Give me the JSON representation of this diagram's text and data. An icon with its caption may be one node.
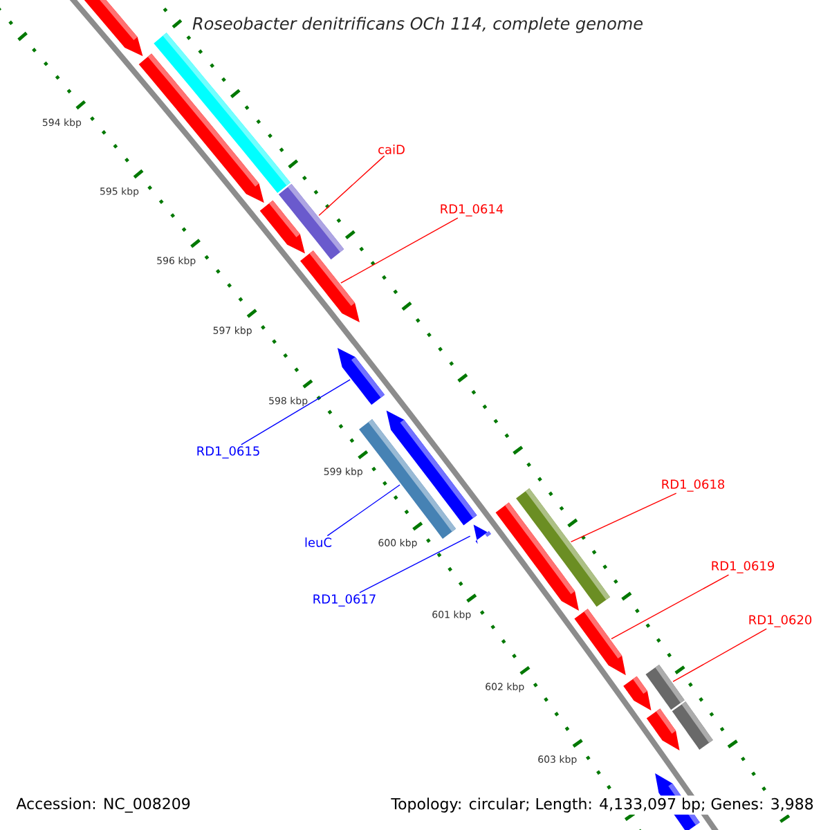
{
  "diagram": {
    "title": "Roseobacter denitrificans OCh 114, complete genome",
    "nodes": [
      {
        "text": [
          "caiD"
        ]
      },
      {
        "text": [
          "RD1_0614"
        ]
      },
      {
        "text": [
          "RD1_0615"
        ]
      },
      {
        "text": [
          "leuC"
        ]
      },
      {
        "text": [
          "RD1_0617"
        ]
      },
      {
        "text": [
          "RD1_0618"
        ]
      },
      {
        "text": [
          "RD1_0619"
        ]
      },
      {
        "text": [
          "RD1_0620"
        ]
      },
      {
        "text": [],
        "shape": "arrow"
      },
      {
        "text": [],
        "shape": "bar"
      },
      {
        "text": [],
        "shape": "arrow"
      },
      {
        "text": [],
        "shape": "bar"
      },
      {
        "text": [],
        "shape": "arrow"
      },
      {
        "text": [],
        "shape": "arrow"
      },
      {
        "text": [],
        "shape": "arrow"
      },
      {
        "text": [],
        "shape": "bar"
      },
      {
        "text": [],
        "shape": "arrow"
      },
      {
        "text": [],
        "shape": "arrow"
      },
      {
        "text": [],
        "shape": "arrow"
      },
      {
        "text": [],
        "shape": "bar"
      },
      {
        "text": [],
        "shape": "arrow"
      },
      {
        "text": [],
        "shape": "arrow"
      },
      {
        "text": [],
        "shape": "bar"
      },
      {
        "text": [],
        "shape": "arrow"
      },
      {
        "text": [],
        "shape": "bar"
      },
      {
        "text": [],
        "shape": "arrow"
      }
    ],
    "edges": [
      {
        "from": 0,
        "to": 11,
        "arrow": "none"
      },
      {
        "from": 1,
        "to": 13,
        "arrow": "none"
      },
      {
        "from": 2,
        "to": 14,
        "arrow": "none",
        "color": "#0000ff"
      },
      {
        "from": 3,
        "to": 15,
        "arrow": "none",
        "color": "#0000ff"
      },
      {
        "from": 4,
        "to": 17,
        "arrow": "none",
        "color": "#0000ff"
      },
      {
        "from": 5,
        "to": 19,
        "arrow": "none"
      },
      {
        "from": 6,
        "to": 20,
        "arrow": "none"
      },
      {
        "from": 7,
        "to": 22,
        "arrow": "none"
      }
    ],
    "labels": [
      "594 kbp",
      "595 kbp",
      "596 kbp",
      "597 kbp",
      "598 kbp",
      "599 kbp",
      "600 kbp",
      "601 kbp",
      "602 kbp",
      "603 kbp",
      "Accession: NC_008209",
      "Topology: circular; Length: 4,133,097 bp; Genes: 3,988"
    ]
  }
}
